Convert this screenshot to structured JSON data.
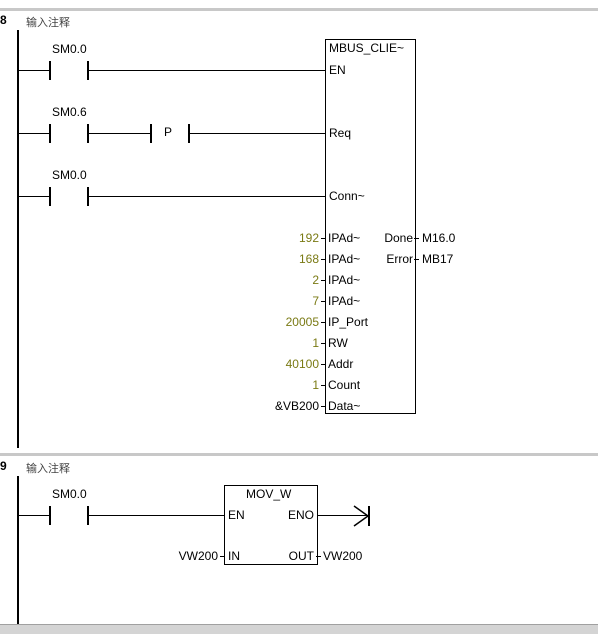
{
  "network8": {
    "number": "8",
    "comment": "输入注释",
    "contacts": {
      "c1": "SM0.0",
      "c2": "SM0.6",
      "c3": "SM0.0",
      "p": "P"
    },
    "block": {
      "title": "MBUS_CLIE~",
      "inputs": {
        "en": "EN",
        "req": "Req",
        "conn": "Conn~",
        "ip1": "IPAd~",
        "ip2": "IPAd~",
        "ip3": "IPAd~",
        "ip4": "IPAd~",
        "port": "IP_Port",
        "rw": "RW",
        "addr": "Addr",
        "count": "Count",
        "data": "Data~"
      },
      "outputs": {
        "done": "Done",
        "error": "Error"
      },
      "input_values": {
        "ip1": "192",
        "ip2": "168",
        "ip3": "2",
        "ip4": "7",
        "port": "20005",
        "rw": "1",
        "addr": "40100",
        "count": "1",
        "data": "&VB200"
      },
      "output_values": {
        "done": "M16.0",
        "error": "MB17"
      }
    }
  },
  "network9": {
    "number": "9",
    "comment": "输入注释",
    "contact": "SM0.0",
    "block": {
      "title": "MOV_W",
      "en": "EN",
      "eno": "ENO",
      "in": "IN",
      "out": "OUT",
      "in_value": "VW200",
      "out_value": "VW200"
    }
  },
  "colors": {
    "constant": "#7a7a14",
    "separator": "#c8c8c8"
  }
}
